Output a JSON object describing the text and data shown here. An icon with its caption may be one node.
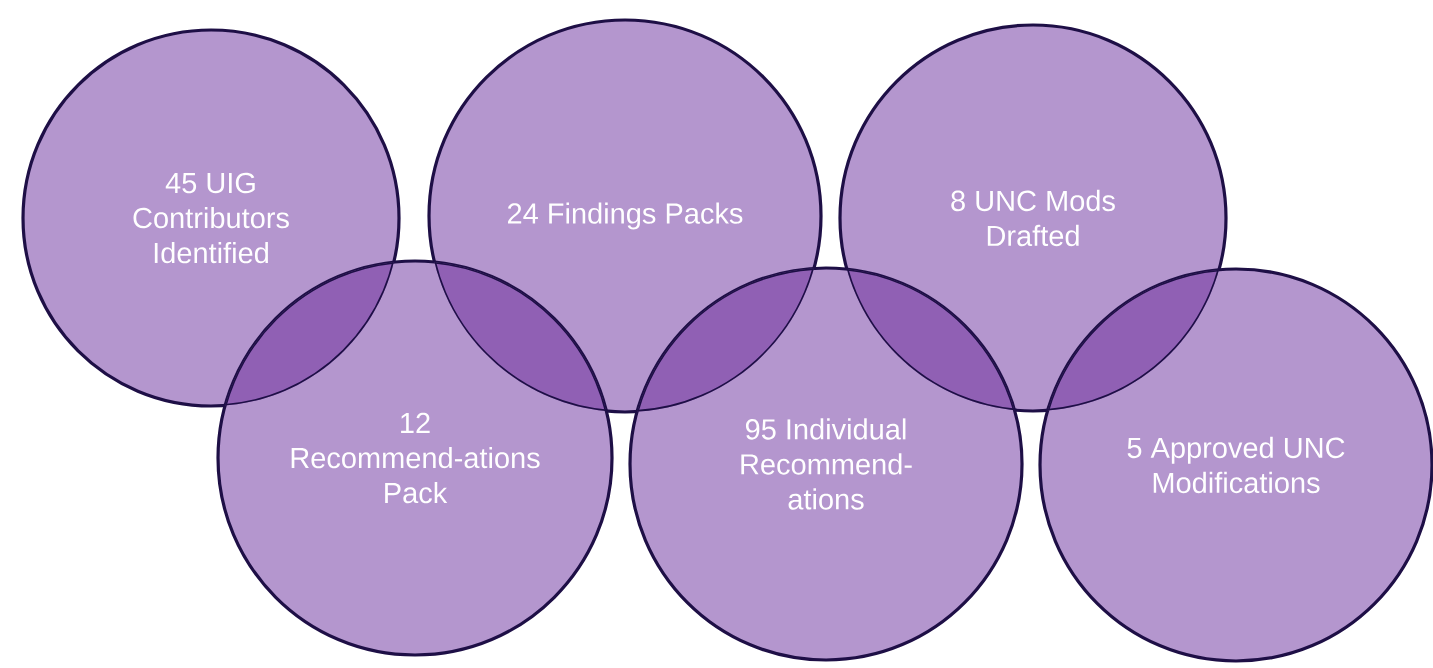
{
  "diagram": {
    "nodes": [
      {
        "text": [
          "45 UIG Contributors Identified"
        ]
      },
      {
        "text": [
          "24 Findings Packs"
        ]
      },
      {
        "text": [
          "8 UNC Mods Drafted"
        ]
      },
      {
        "text": [
          "12 Recommend-ations Pack"
        ]
      },
      {
        "text": [
          "95 Individual Recommend-ations"
        ]
      },
      {
        "text": [
          "5 Approved UNC Modifications"
        ]
      }
    ]
  }
}
